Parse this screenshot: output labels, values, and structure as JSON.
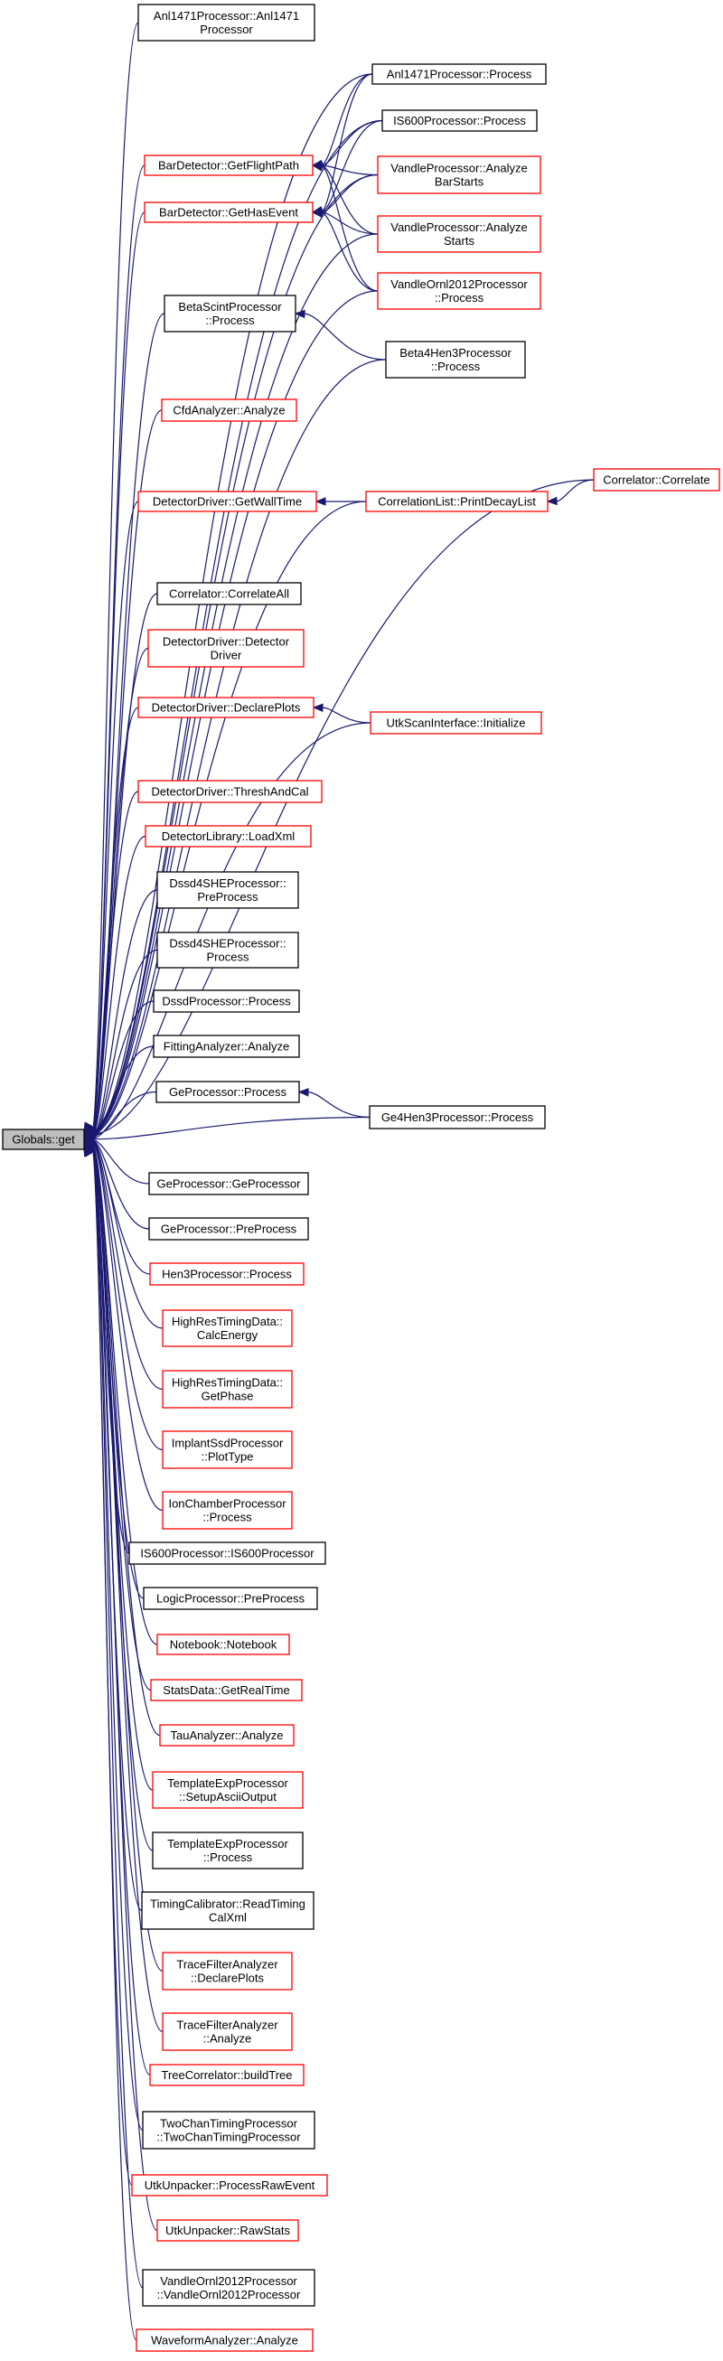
{
  "root": {
    "id": "root",
    "lines": [
      "Globals::get"
    ],
    "color": "root"
  },
  "nodes": [
    {
      "id": "n1",
      "lines": [
        "Anl1471Processor::Anl1471",
        "Processor"
      ],
      "color": "black"
    },
    {
      "id": "n2",
      "lines": [
        "Anl1471Processor::Process"
      ],
      "color": "black"
    },
    {
      "id": "n3",
      "lines": [
        "BarDetector::GetFlightPath"
      ],
      "color": "red"
    },
    {
      "id": "n4",
      "lines": [
        "IS600Processor::Process"
      ],
      "color": "black"
    },
    {
      "id": "n5",
      "lines": [
        "VandleProcessor::Analyze",
        "BarStarts"
      ],
      "color": "red"
    },
    {
      "id": "n6",
      "lines": [
        "BarDetector::GetHasEvent"
      ],
      "color": "red"
    },
    {
      "id": "n7",
      "lines": [
        "VandleProcessor::Analyze",
        "Starts"
      ],
      "color": "red"
    },
    {
      "id": "n8",
      "lines": [
        "VandleOrnl2012Processor",
        "::Process"
      ],
      "color": "red"
    },
    {
      "id": "n9",
      "lines": [
        "BetaScintProcessor",
        "::Process"
      ],
      "color": "black"
    },
    {
      "id": "n10",
      "lines": [
        "Beta4Hen3Processor",
        "::Process"
      ],
      "color": "black"
    },
    {
      "id": "n11",
      "lines": [
        "CfdAnalyzer::Analyze"
      ],
      "color": "red"
    },
    {
      "id": "n12",
      "lines": [
        "Correlator::Correlate"
      ],
      "color": "red"
    },
    {
      "id": "n13",
      "lines": [
        "DetectorDriver::GetWallTime"
      ],
      "color": "red"
    },
    {
      "id": "n14",
      "lines": [
        "CorrelationList::PrintDecayList"
      ],
      "color": "red"
    },
    {
      "id": "n15",
      "lines": [
        "Correlator::CorrelateAll"
      ],
      "color": "black"
    },
    {
      "id": "n16",
      "lines": [
        "DetectorDriver::Detector",
        "Driver"
      ],
      "color": "red"
    },
    {
      "id": "n17",
      "lines": [
        "DetectorDriver::DeclarePlots"
      ],
      "color": "red"
    },
    {
      "id": "n18",
      "lines": [
        "UtkScanInterface::Initialize"
      ],
      "color": "red"
    },
    {
      "id": "n19",
      "lines": [
        "DetectorDriver::ThreshAndCal"
      ],
      "color": "red"
    },
    {
      "id": "n20",
      "lines": [
        "DetectorLibrary::LoadXml"
      ],
      "color": "red"
    },
    {
      "id": "n21",
      "lines": [
        "Dssd4SHEProcessor::",
        "PreProcess"
      ],
      "color": "black"
    },
    {
      "id": "n22",
      "lines": [
        "Dssd4SHEProcessor::",
        "Process"
      ],
      "color": "black"
    },
    {
      "id": "n23",
      "lines": [
        "DssdProcessor::Process"
      ],
      "color": "black"
    },
    {
      "id": "n24",
      "lines": [
        "FittingAnalyzer::Analyze"
      ],
      "color": "black"
    },
    {
      "id": "n25",
      "lines": [
        "GeProcessor::Process"
      ],
      "color": "black"
    },
    {
      "id": "n26",
      "lines": [
        "Ge4Hen3Processor::Process"
      ],
      "color": "black"
    },
    {
      "id": "n27",
      "lines": [
        "GeProcessor::GeProcessor"
      ],
      "color": "black"
    },
    {
      "id": "n28",
      "lines": [
        "GeProcessor::PreProcess"
      ],
      "color": "black"
    },
    {
      "id": "n29",
      "lines": [
        "Hen3Processor::Process"
      ],
      "color": "red"
    },
    {
      "id": "n30",
      "lines": [
        "HighResTimingData::",
        "CalcEnergy"
      ],
      "color": "red"
    },
    {
      "id": "n31",
      "lines": [
        "HighResTimingData::",
        "GetPhase"
      ],
      "color": "red"
    },
    {
      "id": "n32",
      "lines": [
        "ImplantSsdProcessor",
        "::PlotType"
      ],
      "color": "red"
    },
    {
      "id": "n33",
      "lines": [
        "IonChamberProcessor",
        "::Process"
      ],
      "color": "red"
    },
    {
      "id": "n34",
      "lines": [
        "IS600Processor::IS600Processor"
      ],
      "color": "black"
    },
    {
      "id": "n35",
      "lines": [
        "LogicProcessor::PreProcess"
      ],
      "color": "black"
    },
    {
      "id": "n36",
      "lines": [
        "Notebook::Notebook"
      ],
      "color": "red"
    },
    {
      "id": "n37",
      "lines": [
        "StatsData::GetRealTime"
      ],
      "color": "red"
    },
    {
      "id": "n38",
      "lines": [
        "TauAnalyzer::Analyze"
      ],
      "color": "red"
    },
    {
      "id": "n39",
      "lines": [
        "TemplateExpProcessor",
        "::SetupAsciiOutput"
      ],
      "color": "red"
    },
    {
      "id": "n40",
      "lines": [
        "TemplateExpProcessor",
        "::Process"
      ],
      "color": "black"
    },
    {
      "id": "n41",
      "lines": [
        "TimingCalibrator::ReadTiming",
        "CalXml"
      ],
      "color": "black"
    },
    {
      "id": "n42",
      "lines": [
        "TraceFilterAnalyzer",
        "::DeclarePlots"
      ],
      "color": "red"
    },
    {
      "id": "n43",
      "lines": [
        "TraceFilterAnalyzer",
        "::Analyze"
      ],
      "color": "red"
    },
    {
      "id": "n44",
      "lines": [
        "TreeCorrelator::buildTree"
      ],
      "color": "red"
    },
    {
      "id": "n45",
      "lines": [
        "TwoChanTimingProcessor",
        "::TwoChanTimingProcessor"
      ],
      "color": "black"
    },
    {
      "id": "n46",
      "lines": [
        "UtkUnpacker::ProcessRawEvent"
      ],
      "color": "red"
    },
    {
      "id": "n47",
      "lines": [
        "UtkUnpacker::RawStats"
      ],
      "color": "red"
    },
    {
      "id": "n48",
      "lines": [
        "VandleOrnl2012Processor",
        "::VandleOrnl2012Processor"
      ],
      "color": "black"
    },
    {
      "id": "n49",
      "lines": [
        "WaveformAnalyzer::Analyze"
      ],
      "color": "red"
    }
  ],
  "edges": [
    [
      "n1",
      "root"
    ],
    [
      "n2",
      "root"
    ],
    [
      "n3",
      "root"
    ],
    [
      "n4",
      "root"
    ],
    [
      "n5",
      "root"
    ],
    [
      "n6",
      "root"
    ],
    [
      "n7",
      "root"
    ],
    [
      "n8",
      "root"
    ],
    [
      "n9",
      "root"
    ],
    [
      "n10",
      "root"
    ],
    [
      "n11",
      "root"
    ],
    [
      "n12",
      "root"
    ],
    [
      "n13",
      "root"
    ],
    [
      "n14",
      "root"
    ],
    [
      "n15",
      "root"
    ],
    [
      "n16",
      "root"
    ],
    [
      "n17",
      "root"
    ],
    [
      "n18",
      "root"
    ],
    [
      "n19",
      "root"
    ],
    [
      "n20",
      "root"
    ],
    [
      "n21",
      "root"
    ],
    [
      "n22",
      "root"
    ],
    [
      "n23",
      "root"
    ],
    [
      "n24",
      "root"
    ],
    [
      "n25",
      "root"
    ],
    [
      "n26",
      "root"
    ],
    [
      "n27",
      "root"
    ],
    [
      "n28",
      "root"
    ],
    [
      "n29",
      "root"
    ],
    [
      "n30",
      "root"
    ],
    [
      "n31",
      "root"
    ],
    [
      "n32",
      "root"
    ],
    [
      "n33",
      "root"
    ],
    [
      "n34",
      "root"
    ],
    [
      "n35",
      "root"
    ],
    [
      "n36",
      "root"
    ],
    [
      "n37",
      "root"
    ],
    [
      "n38",
      "root"
    ],
    [
      "n39",
      "root"
    ],
    [
      "n40",
      "root"
    ],
    [
      "n41",
      "root"
    ],
    [
      "n42",
      "root"
    ],
    [
      "n43",
      "root"
    ],
    [
      "n44",
      "root"
    ],
    [
      "n45",
      "root"
    ],
    [
      "n46",
      "root"
    ],
    [
      "n47",
      "root"
    ],
    [
      "n48",
      "root"
    ],
    [
      "n49",
      "root"
    ],
    [
      "n2",
      "n3"
    ],
    [
      "n4",
      "n3"
    ],
    [
      "n5",
      "n3"
    ],
    [
      "n7",
      "n3"
    ],
    [
      "n8",
      "n3"
    ],
    [
      "n2",
      "n6"
    ],
    [
      "n4",
      "n6"
    ],
    [
      "n5",
      "n6"
    ],
    [
      "n7",
      "n6"
    ],
    [
      "n8",
      "n6"
    ],
    [
      "n10",
      "n9"
    ],
    [
      "n14",
      "n13"
    ],
    [
      "n12",
      "n14"
    ],
    [
      "n18",
      "n17"
    ],
    [
      "n26",
      "n25"
    ]
  ]
}
